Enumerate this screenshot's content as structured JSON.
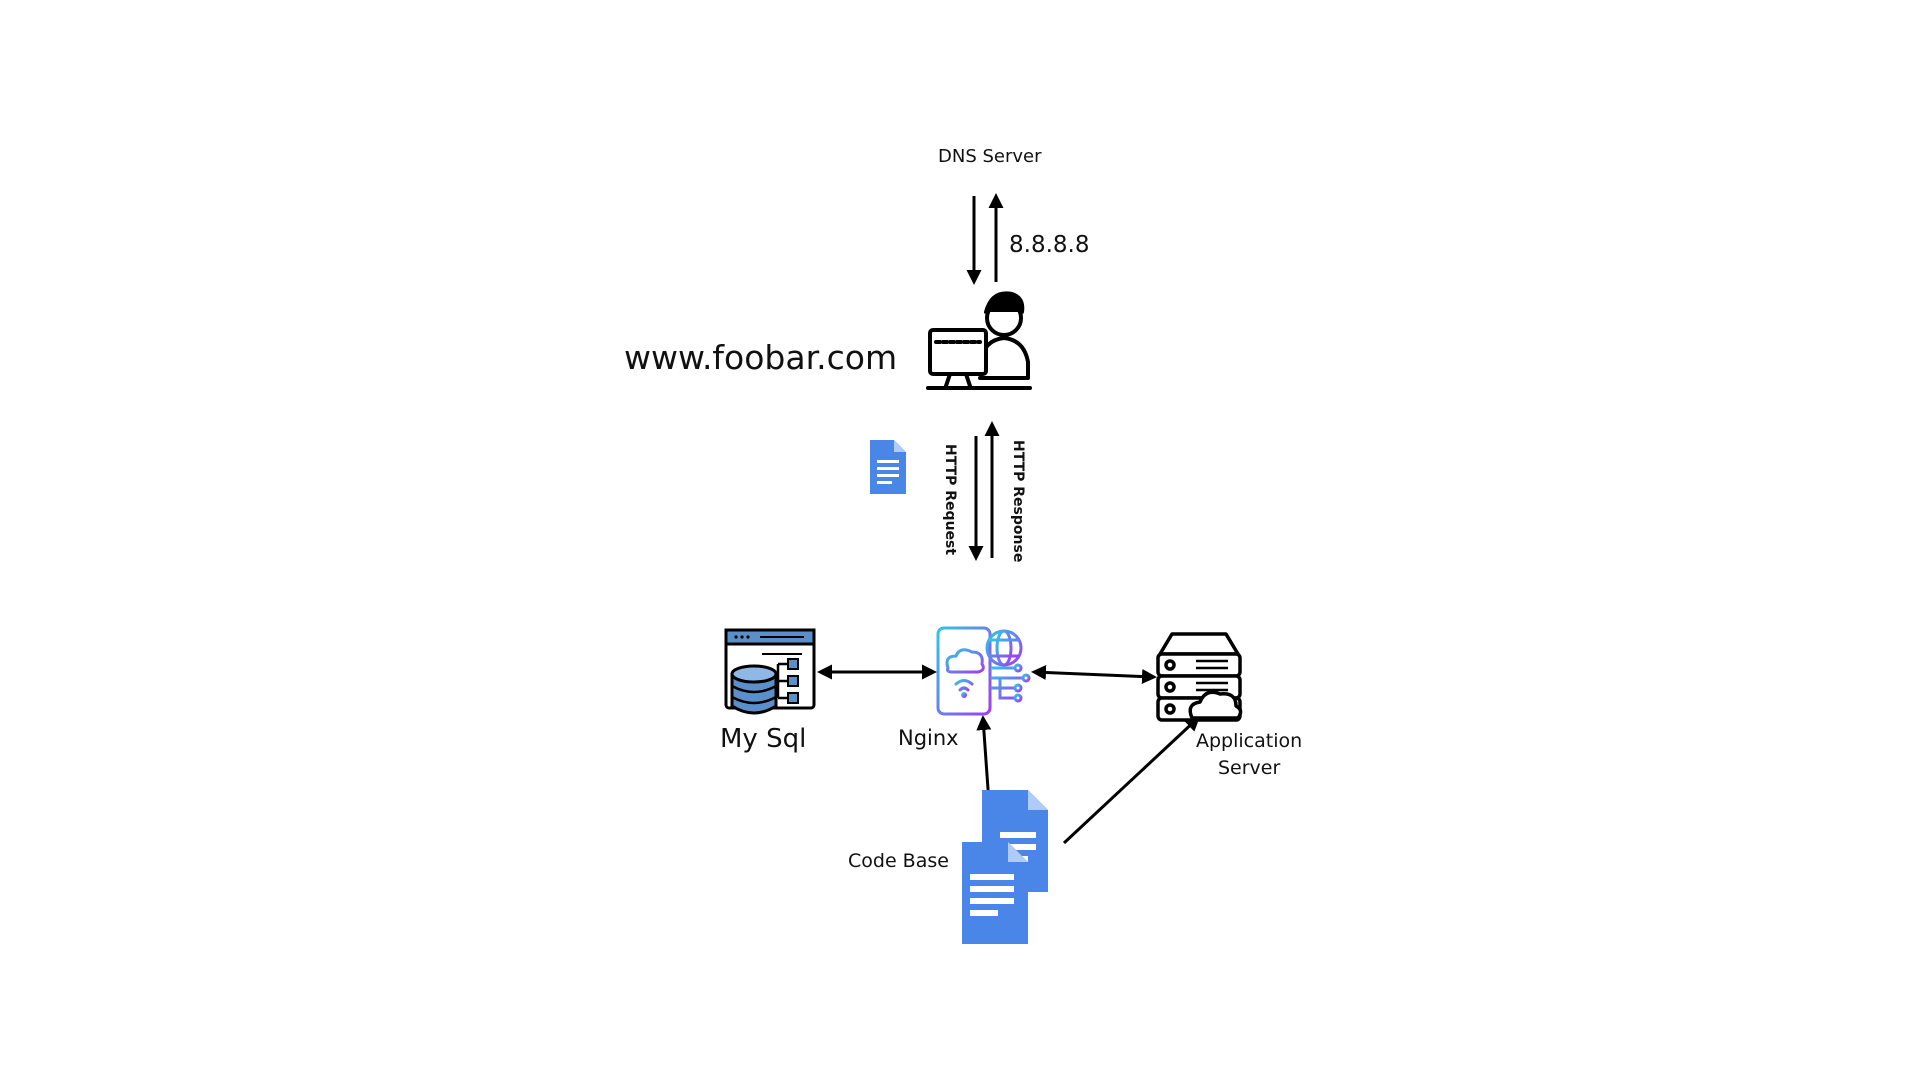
{
  "labels": {
    "dns_server": "DNS Server",
    "dns_ip": "8.8.8.8",
    "domain": "www.foobar.com",
    "http_request": "HTTP Request",
    "http_response": "HTTP Response",
    "mysql": "My Sql",
    "nginx": "Nginx",
    "app_server_line1": "Application",
    "app_server_line2": "Server",
    "code_base": "Code Base"
  },
  "colors": {
    "doc_blue": "#4a86e8",
    "doc_blue_dark": "#3b6fd0",
    "db_blue": "#5b8fc9",
    "nginx_gradient_start": "#2ec6e8",
    "nginx_gradient_end": "#a23cf2",
    "stroke": "#000000"
  },
  "icons": [
    "user-at-computer-icon",
    "document-icon",
    "database-icon",
    "nginx-cloud-phone-icon",
    "server-cloud-icon",
    "code-base-documents-icon"
  ]
}
